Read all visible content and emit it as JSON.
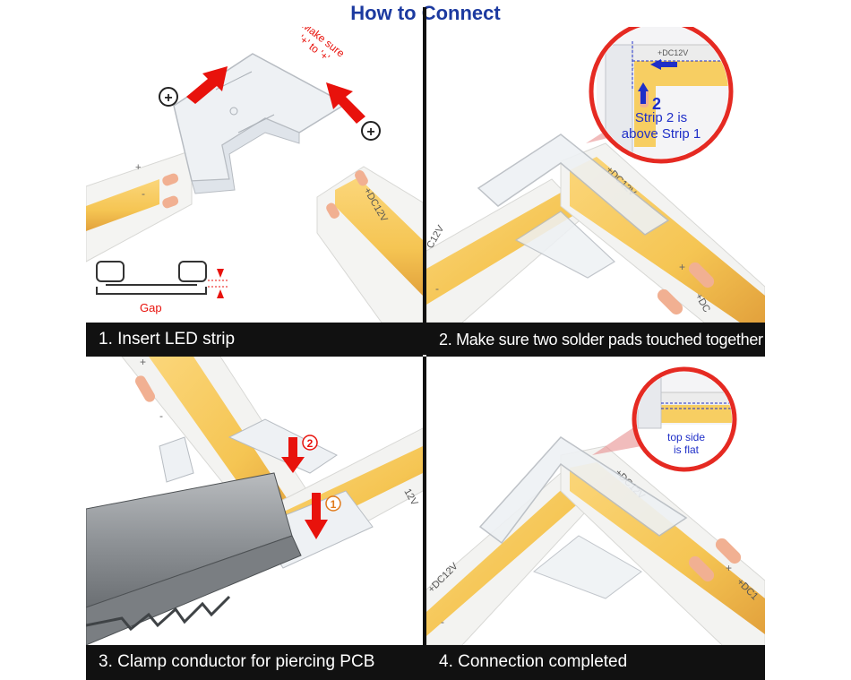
{
  "title": "How to Connect",
  "steps": [
    {
      "caption": "1. Insert LED strip"
    },
    {
      "caption": "2. Make sure two solder pads touched together"
    },
    {
      "caption": "3. Clamp conductor for piercing PCB"
    },
    {
      "caption": "4. Connection completed"
    }
  ],
  "step1": {
    "polarity_note": [
      "Make sure",
      "'+' to '+'"
    ],
    "plus_symbol": "+",
    "strip_plus": "+",
    "strip_minus": "-",
    "strip_label": "+DC12V",
    "gap_label": "Gap"
  },
  "step2": {
    "inset_label": "+DC12V",
    "inset_number": "2",
    "inset_text": [
      "Strip 2 is",
      "above Strip 1"
    ],
    "strip_label_a": "+DC12V",
    "strip_label_b": "C12V",
    "strip_label_c": "+DC",
    "plus": "+",
    "minus": "-"
  },
  "step3": {
    "marker_1": "1",
    "marker_2": "2",
    "strip_label": "12V",
    "plus": "+",
    "minus": "-"
  },
  "step4": {
    "inset_text": [
      "top side",
      "is flat"
    ],
    "strip_label_a": "+DC12V",
    "strip_label_b": "+DC12V",
    "strip_label_c": "+DC1",
    "plus": "+",
    "minus": "-"
  },
  "colors": {
    "title": "#1c3aa0",
    "arrow": "#e8120c",
    "led": "#f5c553",
    "led_dark": "#e9a936",
    "pad": "#f1b092",
    "strip": "#f3f3f1",
    "connector": "#e9edf1",
    "inset_blue": "#1f2fc8",
    "caption_bg": "#111111"
  }
}
